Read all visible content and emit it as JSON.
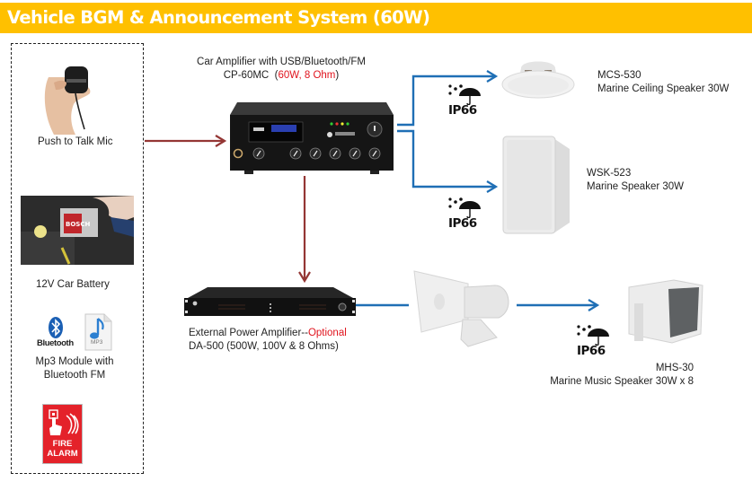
{
  "header": {
    "title": "Vehicle BGM & Announcement System (60W)",
    "background_color": "#ffc000",
    "text_color": "#ffffff"
  },
  "sources": {
    "items": [
      {
        "id": "mic",
        "label": "Push to Talk Mic",
        "icon": "handheld-mic-icon"
      },
      {
        "id": "battery",
        "label": "12V Car Battery",
        "icon": "car-battery-photo"
      },
      {
        "id": "mp3",
        "label_line1": "Mp3 Module with",
        "label_line2": "Bluetooth FM",
        "icons": [
          "bluetooth-icon",
          "mp3-file-icon"
        ],
        "bluetooth_text": "Bluetooth",
        "mp3_text": "MP3"
      },
      {
        "id": "fire-alarm",
        "label_line1": "FIRE",
        "label_line2": "ALARM",
        "icon": "fire-alarm-sign-icon"
      }
    ]
  },
  "amplifier": {
    "line1": "Car Amplifier with USB/Bluetooth/FM",
    "model": "CP-60MC",
    "spec_open": "(",
    "spec": "60W, 8 Ohm",
    "spec_close": ")"
  },
  "power_amplifier": {
    "line1_prefix": "External Power Amplifier--",
    "line1_optional": "Optional",
    "line2": "DA-500 (500W, 100V & 8 Ohms)"
  },
  "speakers": [
    {
      "model": "MCS-530",
      "description": "Marine Ceiling Speaker 30W",
      "rating": "IP66"
    },
    {
      "model": "WSK-523",
      "description": "Marine Speaker 30W",
      "rating": "IP66"
    },
    {
      "model": "MHS-30",
      "description": "Marine Music Speaker 30W x 8",
      "rating": "IP66"
    }
  ],
  "colors": {
    "low_level_wire": "#943634",
    "speaker_wire": "#1f6fb5",
    "alert_red": "#e0141e"
  }
}
